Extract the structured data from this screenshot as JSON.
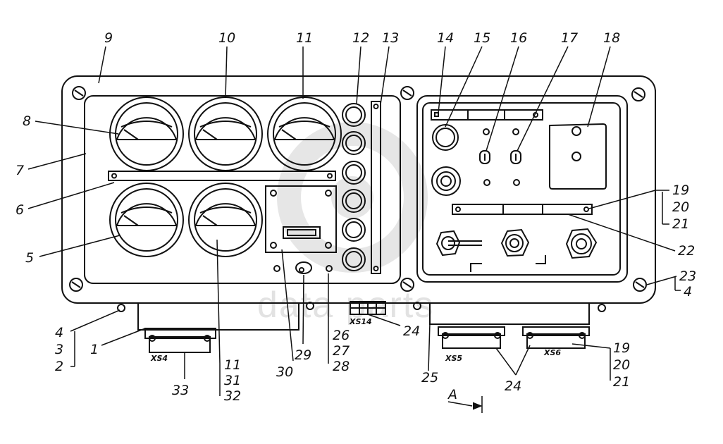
{
  "diagram": {
    "part_labels": [
      "1",
      "2",
      "3",
      "4",
      "5",
      "6",
      "7",
      "8",
      "9",
      "10",
      "11",
      "12",
      "13",
      "14",
      "15",
      "16",
      "17",
      "18",
      "19",
      "20",
      "21",
      "22",
      "23",
      "24",
      "25",
      "26",
      "27",
      "28",
      "29",
      "30",
      "31",
      "32",
      "33"
    ],
    "connector_labels": {
      "xs4": "XS4",
      "xs14": "XS14",
      "xs5": "XS5",
      "xs6": "XS6"
    },
    "view_marker": "A",
    "watermark": "data parts"
  },
  "colors": {
    "line": "#111111",
    "watermark": "#e2e2e2",
    "background": "#ffffff"
  }
}
